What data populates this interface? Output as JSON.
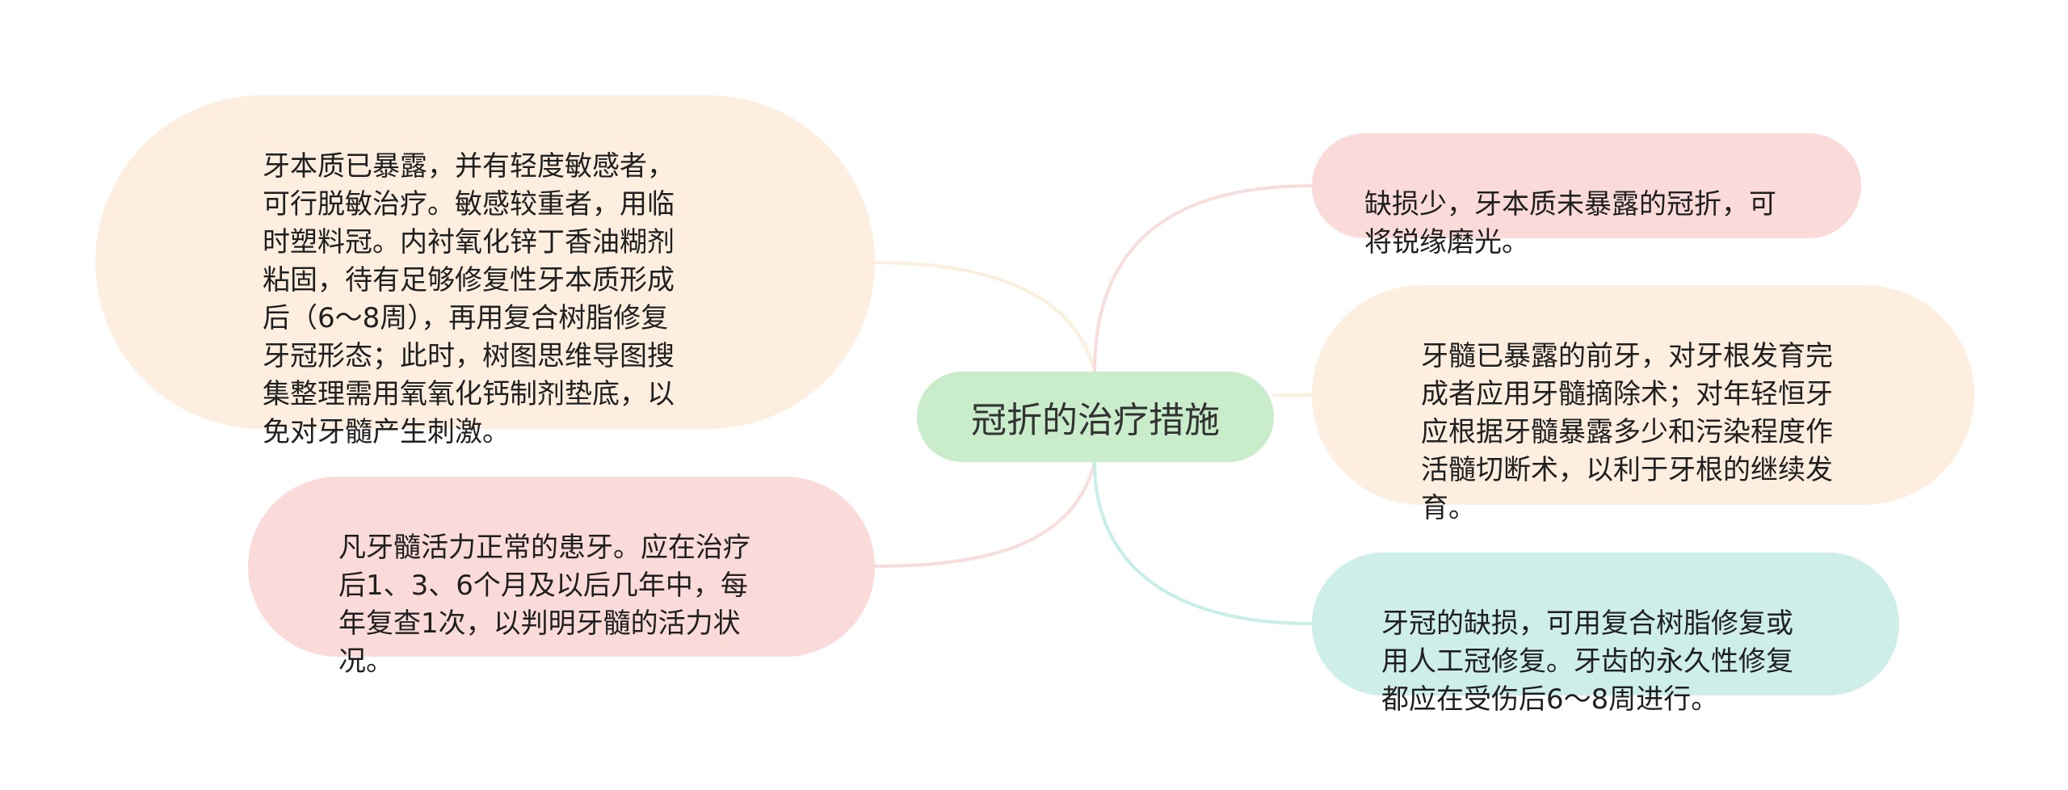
{
  "center": {
    "label": "冠折的治疗措施",
    "color": "#c9eccb"
  },
  "branches": [
    {
      "id": "top-left",
      "text": "牙本质已暴露，并有轻度敏感者，\n可行脱敏治疗。敏感较重者，用临\n时塑料冠。内衬氧化锌丁香油糊剂\n粘固，待有足够修复性牙本质形成\n后（6～8周），再用复合树脂修复\n牙冠形态；此时，树图思维导图搜\n集整理需用氧氧化钙制剂垫底，以\n免对牙髓产生刺激。",
      "fill": "#fdeee0",
      "line": "#fbefde"
    },
    {
      "id": "bottom-left",
      "text": "凡牙髓活力正常的患牙。应在治疗\n后1、3、6个月及以后几年中，每\n年复查1次，以判明牙髓的活力状\n况。",
      "fill": "#fbdada",
      "line": "#f8dddd"
    },
    {
      "id": "top-right",
      "text": "缺损少，牙本质未暴露的冠折，可\n将锐缘磨光。",
      "fill": "#fbdada",
      "line": "#f8dddd"
    },
    {
      "id": "middle-right",
      "text": "牙髓已暴露的前牙，对牙根发育完\n成者应用牙髓摘除术；对年轻恒牙\n应根据牙髓暴露多少和污染程度作\n活髓切断术，以利于牙根的继续发\n育。",
      "fill": "#fdeee0",
      "line": "#fbefde"
    },
    {
      "id": "bottom-right",
      "text": "牙冠的缺损，可用复合树脂修复或\n用人工冠修复。牙齿的永久性修复\n都应在受伤后6～8周进行。",
      "fill": "#cdeee9",
      "line": "#c7eee8"
    }
  ]
}
